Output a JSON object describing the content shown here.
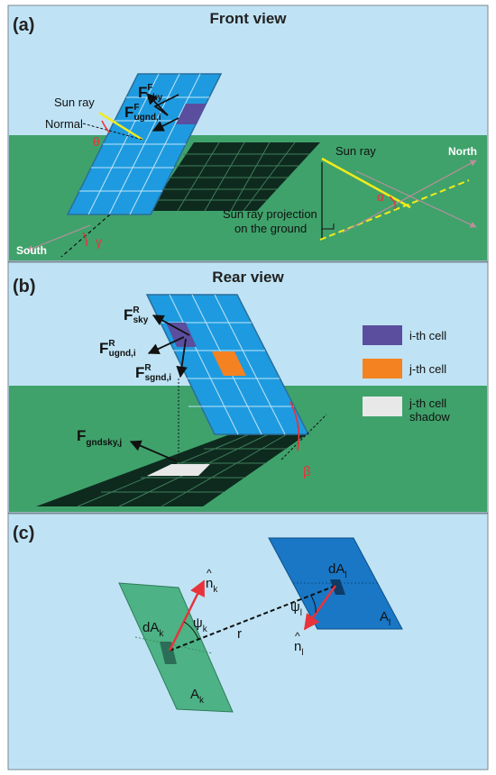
{
  "panels": {
    "a": {
      "letter": "(a)",
      "title": "Front view",
      "sun_ray_left": "Sun ray",
      "normal": "Normal",
      "theta": "θ",
      "f_sky_main": "F",
      "f_sky_sup": "F",
      "f_sky_sub": "sky",
      "f_ugnd_main": "F",
      "f_ugnd_sup": "F",
      "f_ugnd_sub": "ugnd,i",
      "gamma": "γ",
      "south": "South",
      "north": "North",
      "sun_ray_right": "Sun ray",
      "alpha": "α",
      "projection_line1": "Sun ray projection",
      "projection_line2": "on the ground"
    },
    "b": {
      "letter": "(b)",
      "title": "Rear view",
      "f_sky_main": "F",
      "f_sky_sup": "R",
      "f_sky_sub": "sky",
      "f_ugnd_main": "F",
      "f_ugnd_sup": "R",
      "f_ugnd_sub": "ugnd,i",
      "f_sgnd_main": "F",
      "f_sgnd_sup": "R",
      "f_sgnd_sub": "sgnd,i",
      "f_gndsky_main": "F",
      "f_gndsky_sub": "gndsky,j",
      "beta": "β",
      "legend": [
        {
          "label": "i-th cell",
          "color": "#5B4E9E"
        },
        {
          "label": "j-th cell",
          "color": "#F58220"
        },
        {
          "label_line1": "j-th cell",
          "label_line2": "shadow",
          "color": "#E8E8E8"
        }
      ]
    },
    "c": {
      "letter": "(c)",
      "dak_main": "dA",
      "dak_sub": "k",
      "ak_main": "A",
      "ak_sub": "k",
      "nk_main": "n",
      "nk_sub": "k",
      "psik_main": "ψ",
      "psik_sub": "k",
      "r": "r",
      "dal_main": "dA",
      "dal_sub": "l",
      "al_main": "A",
      "al_sub": "l",
      "nl_main": "n",
      "nl_sub": "l",
      "psil_main": "ψ",
      "psil_sub": "l"
    }
  },
  "colors": {
    "sky": "#BFE3F5",
    "ground": "#3FA26B",
    "panel_blue": "#1E9BE0",
    "shadow_dark": "#0E2A1E",
    "surface_green": "#4DB285",
    "surface_blue": "#1977C6",
    "sun_ray": "#F2EB1C",
    "arrow_red": "#E8333A"
  }
}
